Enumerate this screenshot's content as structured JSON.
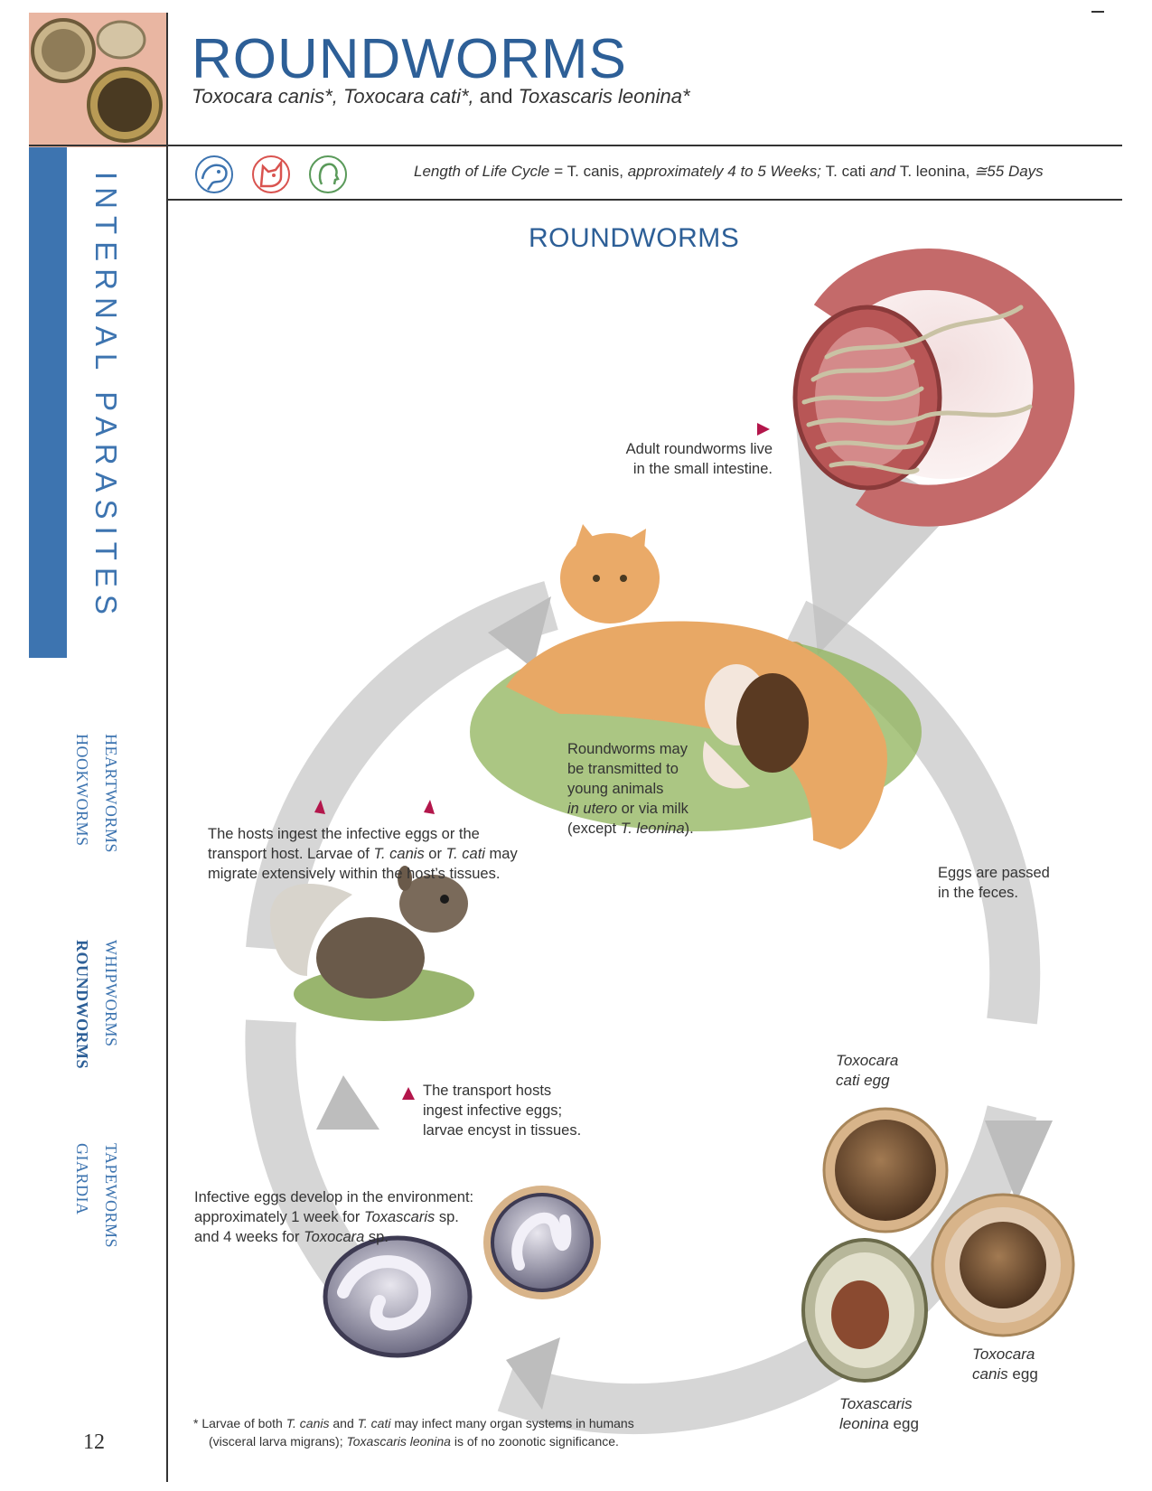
{
  "header": {
    "title": "ROUNDWORMS",
    "subtitle_1": "Toxocara canis*, Toxocara cati*,",
    "subtitle_and": " and ",
    "subtitle_2": "Toxascaris leonina*",
    "lifecycle_a": "Length of Life Cycle = ",
    "lifecycle_b": "T. canis,",
    "lifecycle_c": " approximately 4 to 5  Weeks; ",
    "lifecycle_d": "T. cati",
    "lifecycle_e": " and ",
    "lifecycle_f": "T. leonina,",
    "lifecycle_g": " ≅55 Days",
    "host_icons": [
      "dog-icon",
      "cat-icon",
      "human-icon"
    ]
  },
  "sidebar": {
    "section": "INTERNAL PARASITES",
    "nav": [
      {
        "label": "HEARTWORMS"
      },
      {
        "label": "HOOKWORMS"
      },
      {
        "label": "WHIPWORMS"
      },
      {
        "label": "ROUNDWORMS"
      },
      {
        "label": "TAPEWORMS"
      },
      {
        "label": "GIARDIA"
      }
    ],
    "page_number": "12"
  },
  "diagram": {
    "title": "ROUNDWORMS",
    "captions": {
      "adult_1": "Adult roundworms live",
      "adult_2": "in the small intestine.",
      "trans_1": "Roundworms may",
      "trans_2": "be transmitted to",
      "trans_3": "young animals",
      "trans_4a": "in utero",
      "trans_4b": " or via milk",
      "trans_5a": "(except ",
      "trans_5b": "T. leonina",
      "trans_5c": ").",
      "eggs_1": "Eggs are passed",
      "eggs_2": "in the feces.",
      "host_1": "The hosts ingest the infective eggs or the",
      "host_2a": "transport host. Larvae of ",
      "host_2b": "T. canis",
      "host_2c": " or ",
      "host_2d": "T. cati",
      "host_2e": " may",
      "host_3": "migrate extensively within the host’s tissues.",
      "transport_1": "The transport hosts",
      "transport_2": "ingest infective eggs;",
      "transport_3": "larvae encyst in tissues.",
      "env_1": "Infective eggs develop in the environment:",
      "env_2a": "approximately 1 week for ",
      "env_2b": "Toxascaris",
      "env_2c": " sp.",
      "env_3a": "and 4 weeks for ",
      "env_3b": "Toxocara",
      "env_3c": " sp."
    },
    "egg_labels": {
      "cati_1": "Toxocara",
      "cati_2": "cati egg",
      "canis_1": "Toxocara",
      "canis_2a": "canis",
      "canis_2b": " egg",
      "leonina_1": "Toxascaris",
      "leonina_2a": "leonina",
      "leonina_2b": " egg"
    },
    "colors": {
      "blue": "#2d5f97",
      "arrow_gray": "#c4c4c4",
      "marker_red": "#b3164b"
    }
  },
  "footnote": {
    "a": "*  Larvae of both ",
    "b": "T. canis",
    "c": " and ",
    "d": "T. cati",
    "e": " may infect many organ systems in humans",
    "f": "(visceral larva migrans); ",
    "g": "Toxascaris leonina",
    "h": " is of no zoonotic significance."
  }
}
